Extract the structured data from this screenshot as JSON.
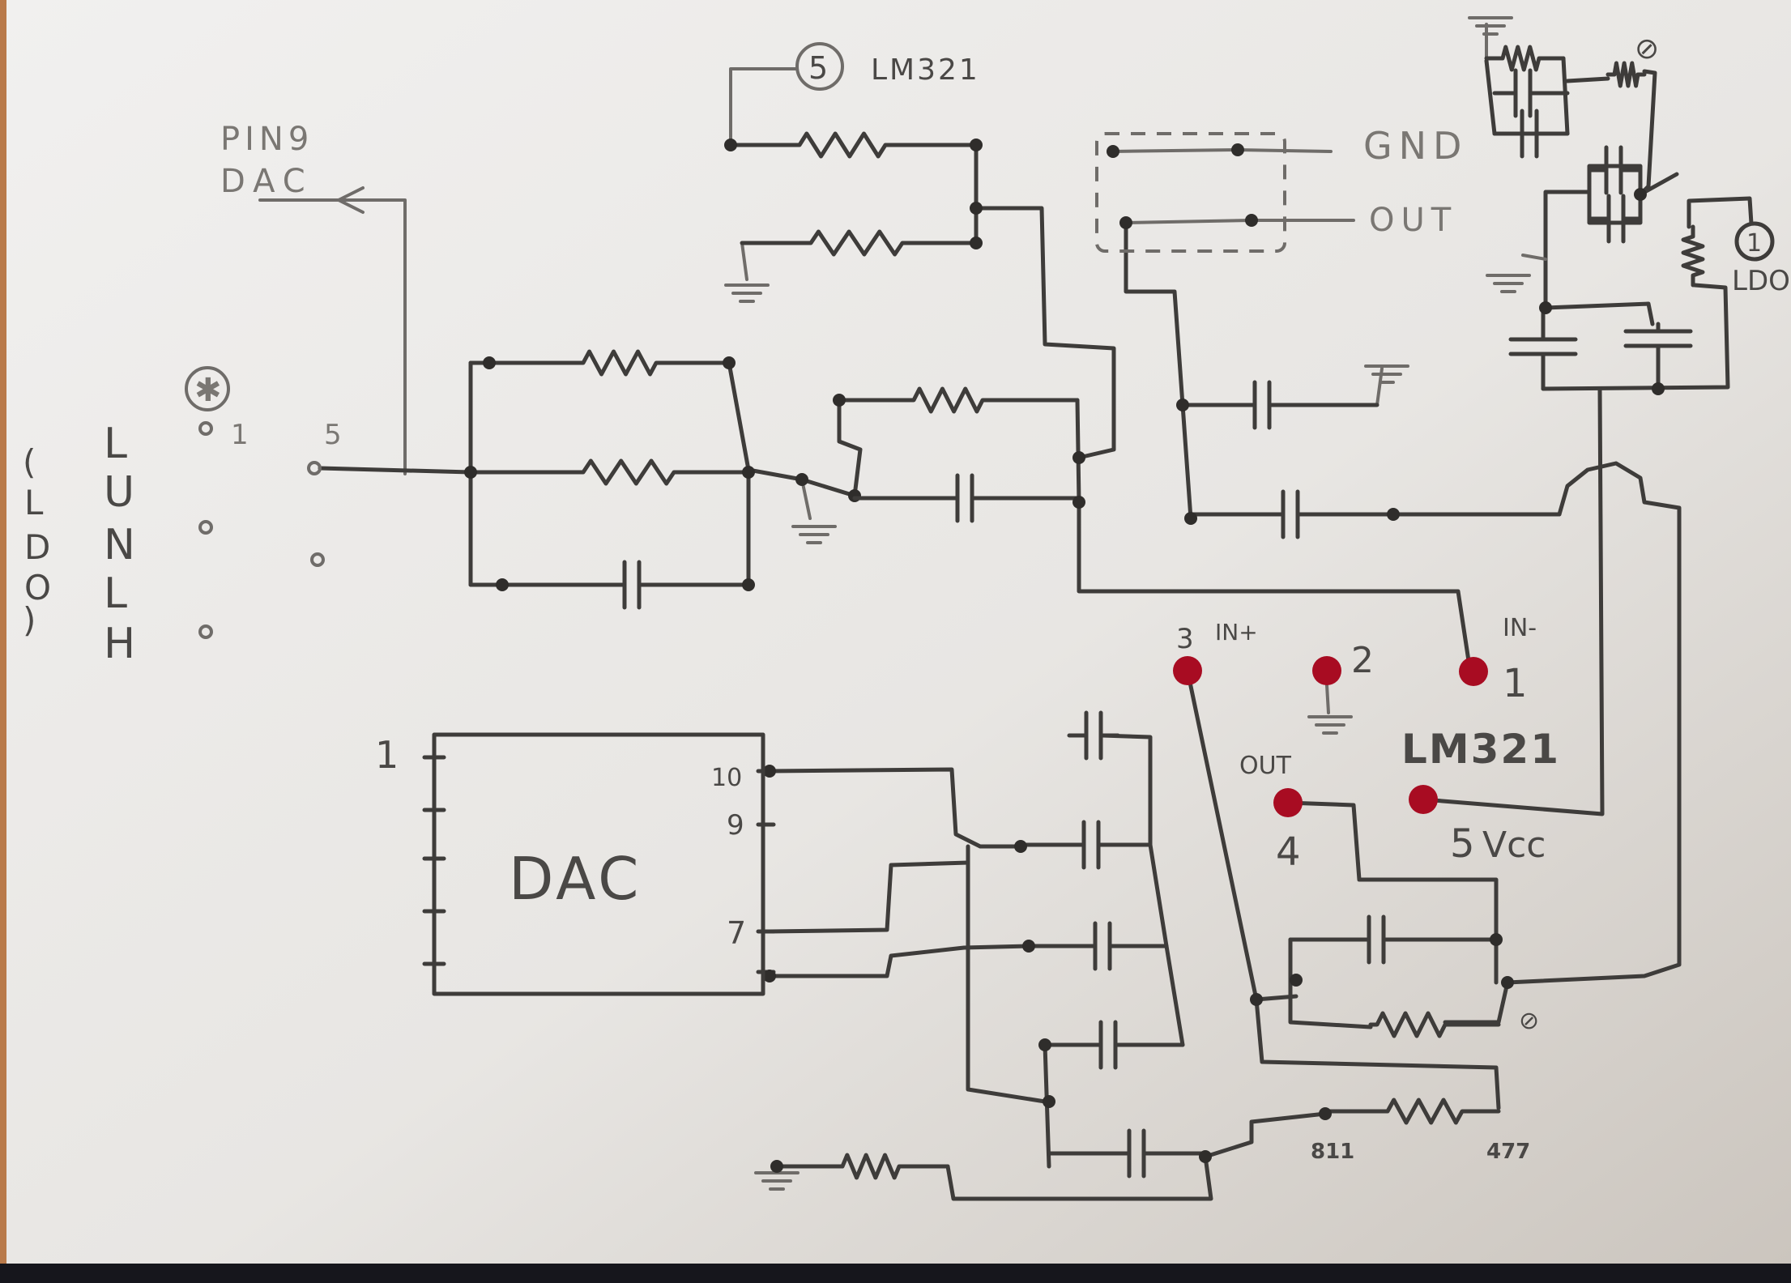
{
  "title_top": {
    "circle_num": "5",
    "chip": "LM321"
  },
  "dac_pin_label": {
    "line1": "PIN9",
    "line2": "DAC"
  },
  "connector": {
    "marker": "✱",
    "pins": [
      "1",
      "5"
    ],
    "rotated_label": [
      "L",
      "U",
      "N",
      "L",
      "H"
    ],
    "ldo_label": [
      "(",
      "L",
      "D",
      "O",
      ")"
    ]
  },
  "shield": {
    "gnd": "GND",
    "out": "OUT"
  },
  "ldo": {
    "circle_num": "1",
    "label": "LDO",
    "symbol": "⊘"
  },
  "opamp": {
    "chip": "LM321",
    "pins": [
      {
        "num": "3",
        "name": "IN+"
      },
      {
        "num": "2",
        "name": ""
      },
      {
        "num": "1",
        "name": "IN-"
      },
      {
        "num": "4",
        "name": "OUT"
      },
      {
        "num": "5",
        "name": "Vcc"
      }
    ]
  },
  "dac": {
    "label": "DAC",
    "pin1": "1",
    "pin10": "10",
    "pin9": "9",
    "pin7": "7"
  },
  "resistors": {
    "r1": "811",
    "r2": "477",
    "null_mark": "⊘"
  },
  "colors": {
    "ink": "#3e3c3a",
    "pin_dot": "#a80c22",
    "paper": "#ecebe9"
  }
}
